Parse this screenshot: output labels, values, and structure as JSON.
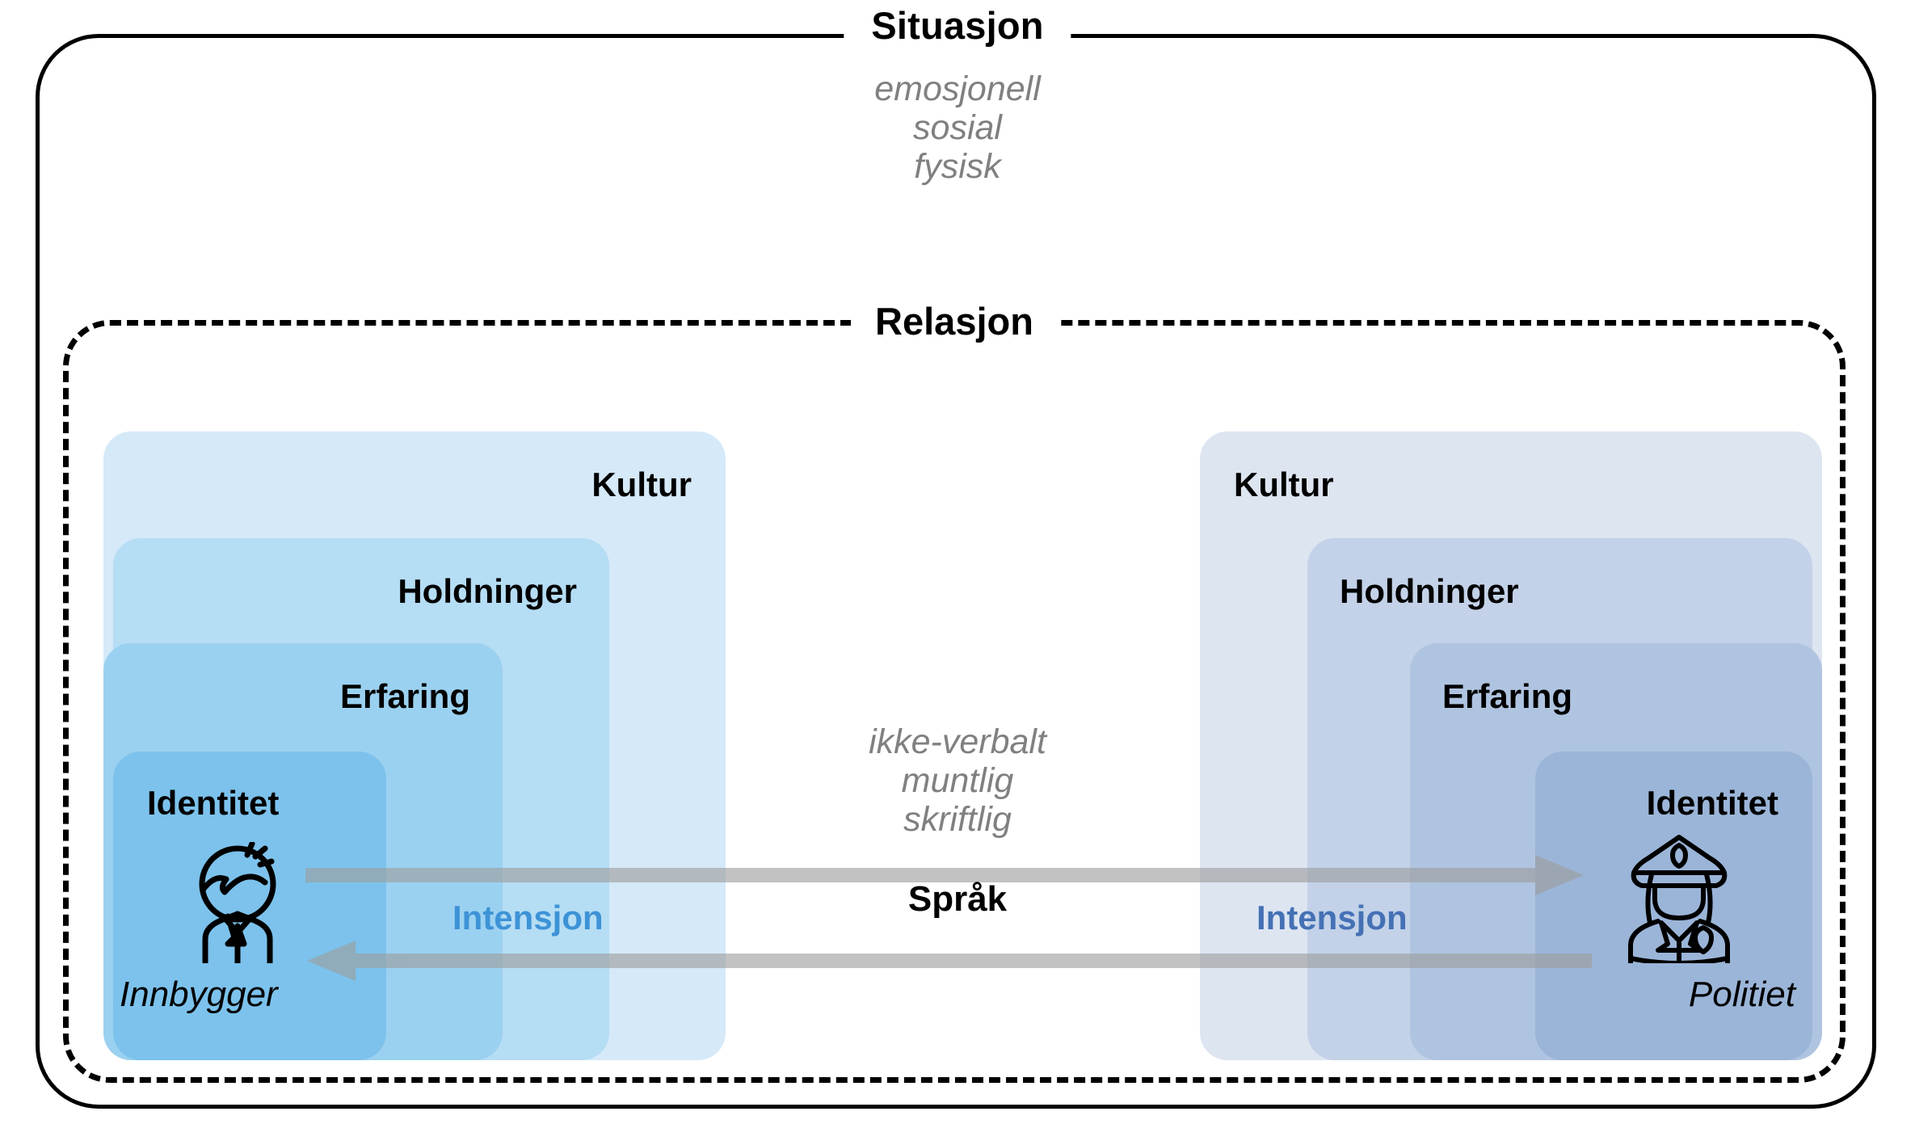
{
  "diagram": {
    "outer": {
      "title": "Situasjon",
      "words": [
        "emosjonell",
        "sosial",
        "fysisk"
      ]
    },
    "inner": {
      "title": "Relasjon"
    },
    "center": {
      "words": [
        "ikke-verbalt",
        "muntlig",
        "skriftlig"
      ],
      "label": "Språk"
    },
    "left": {
      "name": "Innbygger",
      "intention": "Intensjon",
      "icon": "citizen-person-icon",
      "layers": [
        {
          "label": "Kultur",
          "color": "#d5e9f8"
        },
        {
          "label": "Holdninger",
          "color": "#b5ddf4"
        },
        {
          "label": "Erfaring",
          "color": "#9bd1f0"
        },
        {
          "label": "Identitet",
          "color": "#7cc2ec"
        }
      ]
    },
    "right": {
      "name": "Politiet",
      "intention": "Intensjon",
      "icon": "police-officer-icon",
      "layers": [
        {
          "label": "Kultur",
          "color": "#dde5f1"
        },
        {
          "label": "Holdninger",
          "color": "#c3d2e8"
        },
        {
          "label": "Erfaring",
          "color": "#afc4e0"
        },
        {
          "label": "Identitet",
          "color": "#9bb5d8"
        }
      ]
    },
    "colors": {
      "frame": "#000000",
      "muted_text": "#808080",
      "left_accent": "#3d93d6",
      "right_accent": "#4571b5",
      "arrow": "#b3b3b3"
    }
  }
}
